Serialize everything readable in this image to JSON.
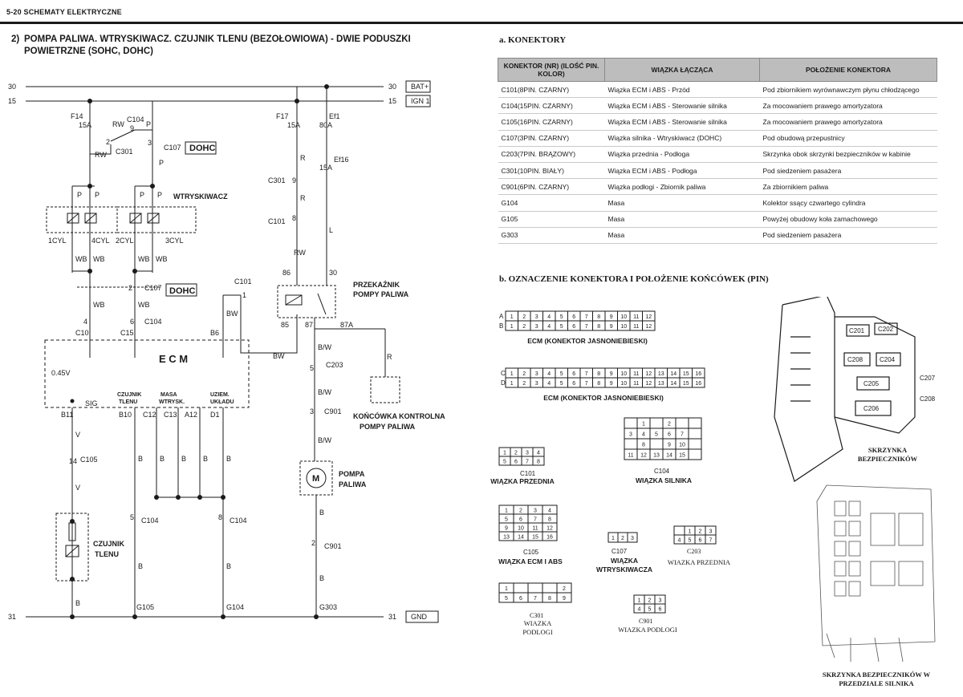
{
  "header": "5-20 SCHEMATY ELEKTRYCZNE",
  "title": {
    "number": "2)",
    "text": "POMPA PALIWA. WTRYSKIWACZ. CZUJNIK TLENU (BEZOŁOWIOWA) - DWIE PODUSZKI POWIETRZNE (SOHC, DOHC)"
  },
  "schematic": {
    "rails": {
      "r30_left": "30",
      "r30_right": "30",
      "bat": "BAT+",
      "r15_left": "15",
      "r15_right": "15",
      "ign": "IGN 1",
      "r31_left": "31",
      "r31_right": "31",
      "gnd": "GND"
    },
    "fuses": {
      "f14": "F14",
      "f14_a": "15A",
      "f17": "F17",
      "f17_a": "15A",
      "ef1": "Ef1",
      "ef1_a": "80A",
      "ef16": "Ef16",
      "ef16_a": "15A"
    },
    "connectors": {
      "c104": "C104",
      "c301": "C301",
      "c107": "C107",
      "c101": "C101",
      "c10": "C10",
      "c15": "C15",
      "c203": "C203",
      "c901": "C901",
      "c105": "C105"
    },
    "pins": {
      "p9": "9",
      "p2": "2",
      "p3": "3",
      "p8": "8",
      "p1": "1",
      "p4": "4",
      "p6": "6",
      "p5": "5",
      "p3b": "3",
      "p14": "14",
      "p5b": "5",
      "p8b": "8",
      "p2b": "2",
      "p86": "86",
      "p30": "30",
      "p85": "85",
      "p87": "87",
      "p87a": "87A"
    },
    "wires": {
      "rw": "RW",
      "p": "P",
      "r": "R",
      "l": "L",
      "wb": "WB",
      "bw": "BW",
      "b": "B",
      "v": "V",
      "b_w": "B/W"
    },
    "dohc": "DOHC",
    "wtryskiwacz": "WTRYSKIWACZ",
    "cyl": [
      "1CYL",
      "4CYL",
      "2CYL",
      "3CYL"
    ],
    "ecm": "E C M",
    "ecm_pins": {
      "b6": "B6",
      "b11": "B11",
      "b10": "B10",
      "c12": "C12",
      "c13": "C13",
      "a12": "A12",
      "d1": "D1",
      "v045": "0.45V",
      "sig": "SIG"
    },
    "ecm_labels": {
      "czujnik_tlenu": [
        "CZUJNIK",
        "TLENU"
      ],
      "masa": [
        "MASA",
        "WTRYSK."
      ],
      "uziem": [
        "UZIEM.",
        "UKŁADU"
      ]
    },
    "relay": [
      "PRZEKAŹNIK",
      "POMPY PALIWA"
    ],
    "test_pin": [
      "KOŃCÓWKA KONTROLNA",
      "POMPY PALIWA"
    ],
    "pump": [
      "POMPA",
      "PALIWA"
    ],
    "pump_m": "M",
    "sensor": [
      "CZUJNIK",
      "TLENU"
    ],
    "grounds": {
      "g105": "G105",
      "g104": "G104",
      "g303": "G303"
    }
  },
  "section_a": {
    "title": "a. KONEKTORY",
    "columns": [
      "KONEKTOR (NR) (ILOŚĆ PIN. KOLOR)",
      "WIĄZKA ŁĄCZĄCA",
      "POŁOŻENIE KONEKTORA"
    ],
    "rows": [
      [
        "C101(8PIN. CZARNY)",
        "Wiązka ECM i ABS - Przód",
        "Pod zbiornikiem wyrównawczym płynu chłodzącego"
      ],
      [
        "C104(15PIN. CZARNY)",
        "Wiązka ECM i ABS - Sterowanie silnika",
        "Za mocowaniem prawego amortyzatora"
      ],
      [
        "C105(16PIN. CZARNY)",
        "Wiązka ECM i ABS - Sterowanie silnika",
        "Za mocowaniem prawego amortyzatora"
      ],
      [
        "C107(3PIN. CZARNY)",
        "Wiązka silnika - Wtryskiwacz (DOHC)",
        "Pod obudową przepustnicy"
      ],
      [
        "C203(7PIN. BRĄZOWY)",
        "Wiązka przednia - Podłoga",
        "Skrzynka obok skrzynki bezpieczników w kabinie"
      ],
      [
        "C301(10PIN. BIAŁY)",
        "Wiązka ECM i ABS - Podłoga",
        "Pod siedzeniem pasażera"
      ],
      [
        "C901(6PIN. CZARNY)",
        "Wiązka podłogi - Zbiornik paliwa",
        "Za zbiornikiem paliwa"
      ],
      [
        "G104",
        "Masa",
        "Kolektor ssący czwartego cylindra"
      ],
      [
        "G105",
        "Masa",
        "Powyżej obudowy koła zamachowego"
      ],
      [
        "G303",
        "Masa",
        "Pod siedzeniem pasażera"
      ]
    ]
  },
  "section_b": {
    "title": "b. OZNACZENIE KONEKTORA I POŁOŻENIE KOŃCÓWEK (PIN)",
    "ecm1": {
      "label": "ECM (KONEKTOR JASNONIEBIESKI)",
      "rows": [
        "A",
        "B"
      ]
    },
    "ecm2": {
      "label": "ECM (KONEKTOR JASNONIEBIESKI)",
      "rows": [
        "C",
        "D"
      ]
    },
    "c101": {
      "name": "C101",
      "label": "WIĄZKA PRZEDNIA"
    },
    "c104": {
      "name": "C104",
      "label": "WIĄZKA SILNIKA"
    },
    "c105": {
      "name": "C105",
      "label": "WIĄZKA ECM I ABS"
    },
    "c107": {
      "name": "C107",
      "label": [
        "WIĄZKA",
        "WTRYSKIWACZA"
      ]
    },
    "c203": {
      "name": "C203",
      "label": "WIAZKA PRZEDNIA"
    },
    "c301": {
      "name": "C301",
      "label": [
        "WIAZKA",
        "PODLOGI"
      ]
    },
    "c901": {
      "name": "C901",
      "label": "WIAZKA PODLOGI"
    },
    "fusebox1": {
      "label": [
        "SKRZYNKA",
        "BEZPIECZNIKÓW"
      ],
      "tags": [
        "C201",
        "C202",
        "C208",
        "C204",
        "C205",
        "C206",
        "C207",
        "C208"
      ]
    },
    "fusebox2": {
      "label": [
        "SKRZYNKA BEZPIECZNIKÓW W",
        "PRZEDZIALE SILNIKA"
      ]
    }
  },
  "colors": {
    "ink": "#1a1a1a",
    "table_header": "#bdbdbd"
  }
}
